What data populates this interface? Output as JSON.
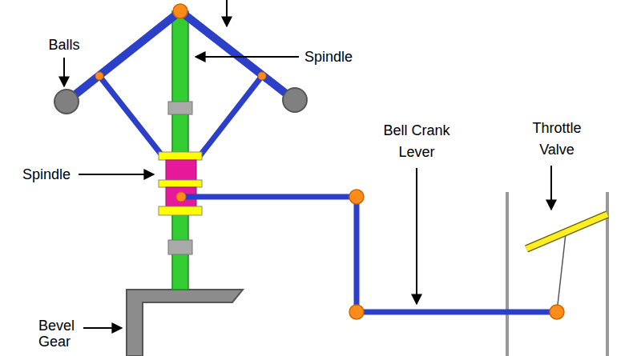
{
  "diagram": {
    "labels": [
      "Balls",
      "Spindle",
      "Spindle",
      "Bell Crank Lever",
      "Throttle Valve",
      "Bevel Gear"
    ]
  }
}
